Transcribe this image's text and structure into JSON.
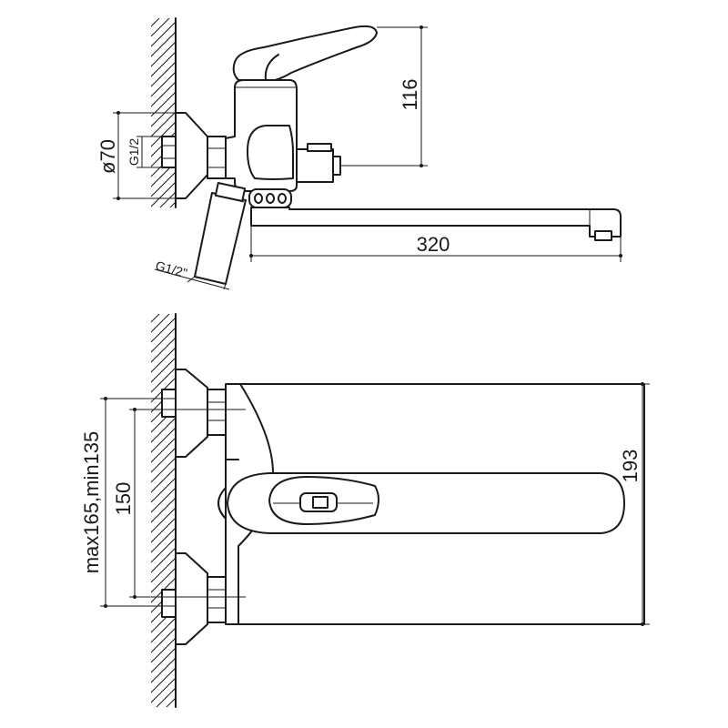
{
  "side_view": {
    "dim_height": "116",
    "dim_spout_length": "320",
    "dim_flange_diameter": "ø70",
    "dim_inlet_thread": "G1/2",
    "dim_shower_thread": "G1/2\""
  },
  "front_view": {
    "dim_total_height": "193",
    "dim_center_distance": "150",
    "dim_adjust_range": "max165,min135"
  }
}
